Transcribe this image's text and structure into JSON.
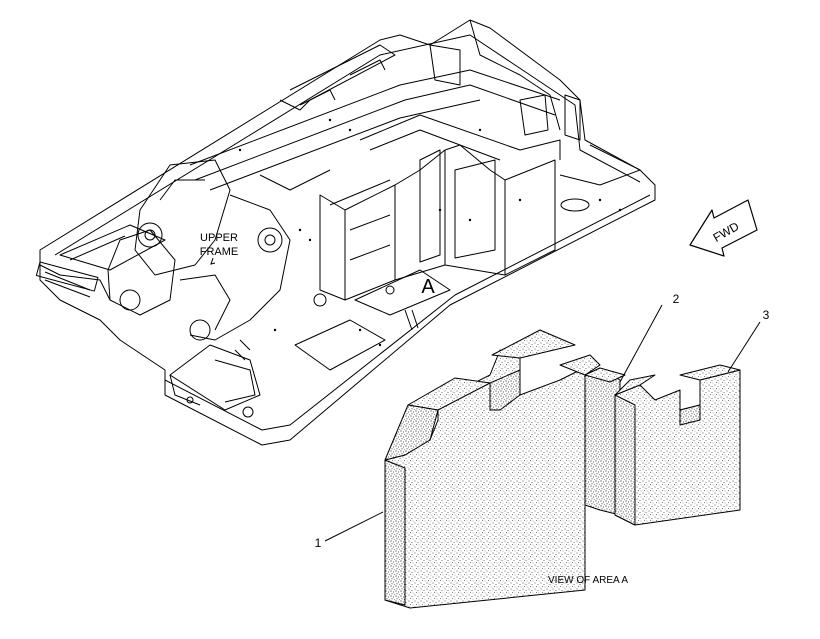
{
  "labels": {
    "upper_frame_line1": "UPPER",
    "upper_frame_line2": "FRAME",
    "area_marker": "A",
    "fwd": "FWD",
    "view_caption": "VIEW OF AREA A"
  },
  "callouts": [
    {
      "number": "1"
    },
    {
      "number": "2"
    },
    {
      "number": "3"
    }
  ],
  "colors": {
    "line": "#000000",
    "background": "#ffffff",
    "stipple": "#555555"
  }
}
